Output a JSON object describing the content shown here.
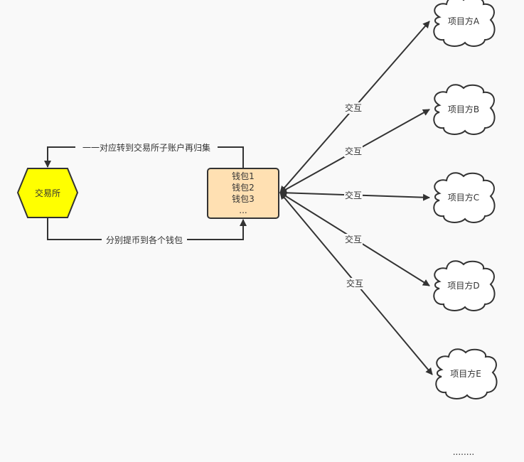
{
  "colors": {
    "exchange_fill": "#ffff00",
    "wallet_fill": "#ffe0b2",
    "stroke": "#333333",
    "cloud_fill": "#ffffff",
    "background": "#f9f9f9"
  },
  "nodes": {
    "exchange": {
      "label": "交易所",
      "shape": "hexagon"
    },
    "wallets": {
      "lines": [
        "钱包1",
        "钱包2",
        "钱包3",
        "..."
      ],
      "shape": "rounded-rectangle"
    },
    "projects": [
      {
        "label": "项目方A",
        "shape": "cloud"
      },
      {
        "label": "项目方B",
        "shape": "cloud"
      },
      {
        "label": "项目方C",
        "shape": "cloud"
      },
      {
        "label": "项目方D",
        "shape": "cloud"
      },
      {
        "label": "项目方E",
        "shape": "cloud"
      }
    ],
    "more": "........"
  },
  "edges": {
    "wallets_to_exchange": "一一对应转到交易所子账户再归集",
    "exchange_to_wallets": "分别提币到各个钱包",
    "interaction": "交互"
  }
}
